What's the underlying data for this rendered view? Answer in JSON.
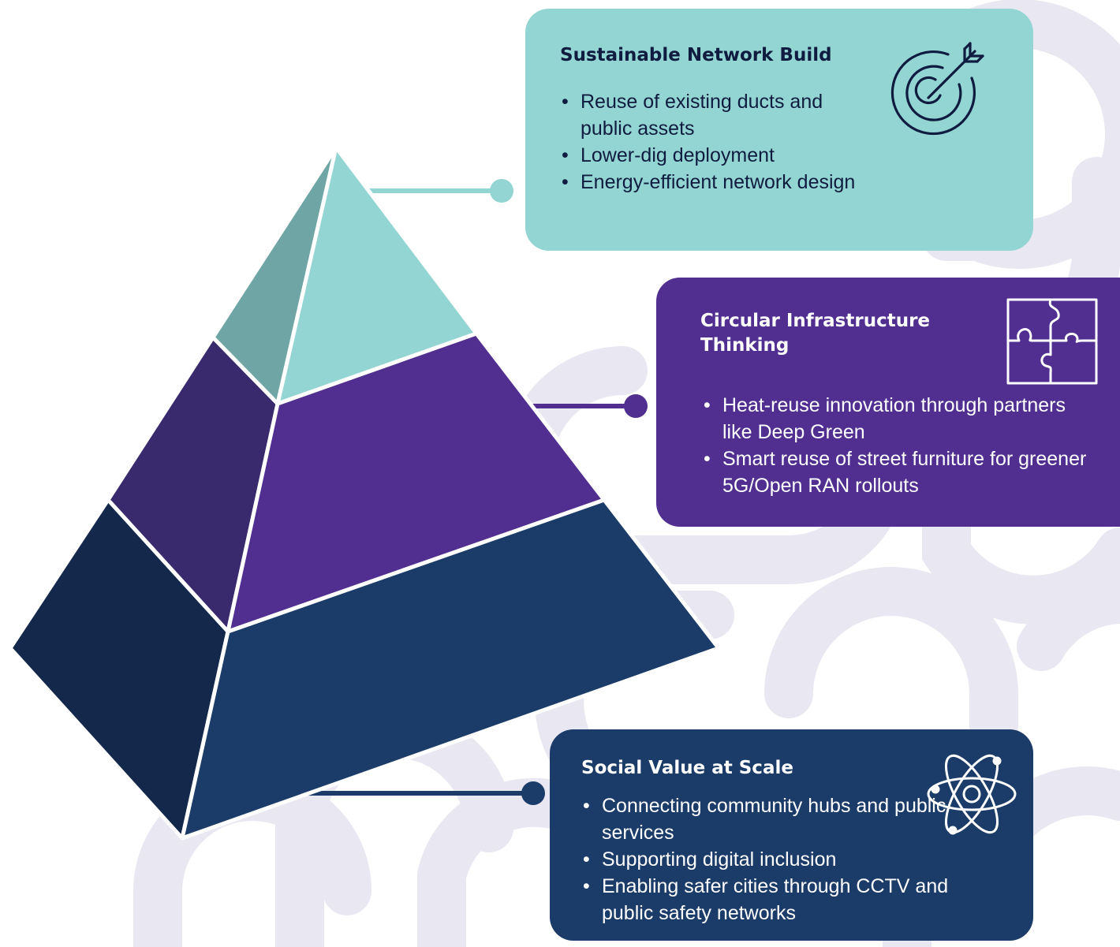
{
  "colors": {
    "teal": "#93d5d3",
    "teal_dark": "#6fa6a5",
    "purple": "#512f91",
    "purple_dark": "#392a6e",
    "navy": "#1b3b69",
    "navy_dark": "#14284b",
    "pattern": "#e9e7f1"
  },
  "cards": {
    "network": {
      "title": "Sustainable Network Build",
      "icon": "target-icon",
      "items": [
        "Reuse of existing ducts and public assets",
        "Lower-dig deployment",
        "Energy-efficient network design"
      ]
    },
    "circular": {
      "title": "Circular Infrastructure Thinking",
      "icon": "puzzle-icon",
      "items": [
        "Heat-reuse innovation through partners like Deep Green",
        "Smart reuse of street furniture for greener 5G/Open RAN rollouts"
      ]
    },
    "social": {
      "title": "Social Value at Scale",
      "icon": "atom-icon",
      "items": [
        "Connecting community hubs and public services",
        "Supporting digital inclusion",
        "Enabling safer cities through CCTV and public safety networks"
      ]
    }
  }
}
